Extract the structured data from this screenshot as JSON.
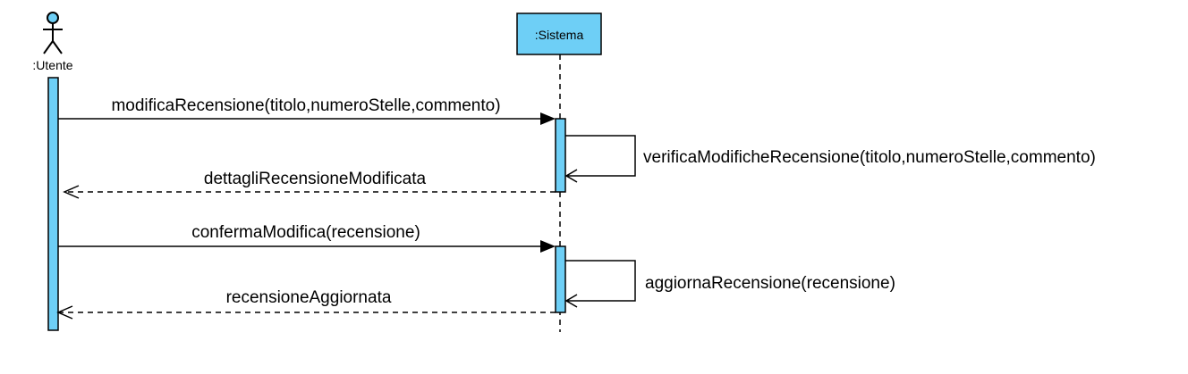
{
  "diagram": {
    "colors": {
      "lifeline_fill": "#6ECFF6",
      "stroke": "#000000",
      "background": "#FFFFFF"
    },
    "actor": {
      "label": ":Utente",
      "icon": "stick-figure-actor-icon"
    },
    "system": {
      "label": ":Sistema"
    },
    "messages": [
      {
        "label": "modificaRecensione(titolo,numeroStelle,commento)",
        "kind": "sync",
        "from": "Utente",
        "to": "Sistema"
      },
      {
        "label": "verificaModificheRecensione(titolo,numeroStelle,commento)",
        "kind": "self",
        "from": "Sistema",
        "to": "Sistema"
      },
      {
        "label": "dettagliRecensioneModificata",
        "kind": "return",
        "from": "Sistema",
        "to": "Utente"
      },
      {
        "label": "confermaModifica(recensione)",
        "kind": "sync",
        "from": "Utente",
        "to": "Sistema"
      },
      {
        "label": "aggiornaRecensione(recensione)",
        "kind": "self",
        "from": "Sistema",
        "to": "Sistema"
      },
      {
        "label": "recensioneAggiornata",
        "kind": "return",
        "from": "Sistema",
        "to": "Utente"
      }
    ]
  }
}
